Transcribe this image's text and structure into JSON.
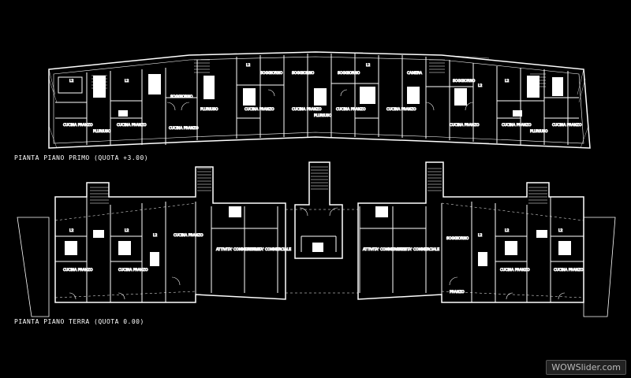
{
  "captions": {
    "first_floor": "PIANTA PIANO PRIMO (QUOTA +3.00)",
    "ground_floor": "PIANTA PIANO TERRA (QUOTA 0.00)"
  },
  "room_labels": {
    "letto": "L2",
    "cucina": "CUCINA PRANZO",
    "soggiorno": "SOGGIORNO",
    "pluriuso": "PLURIUSO",
    "commerciale": "ATTIVITA' COMMERCIALE",
    "pranzo": "PRANZO",
    "camera": "CAMERA"
  },
  "watermark": "WOWSlider.com"
}
